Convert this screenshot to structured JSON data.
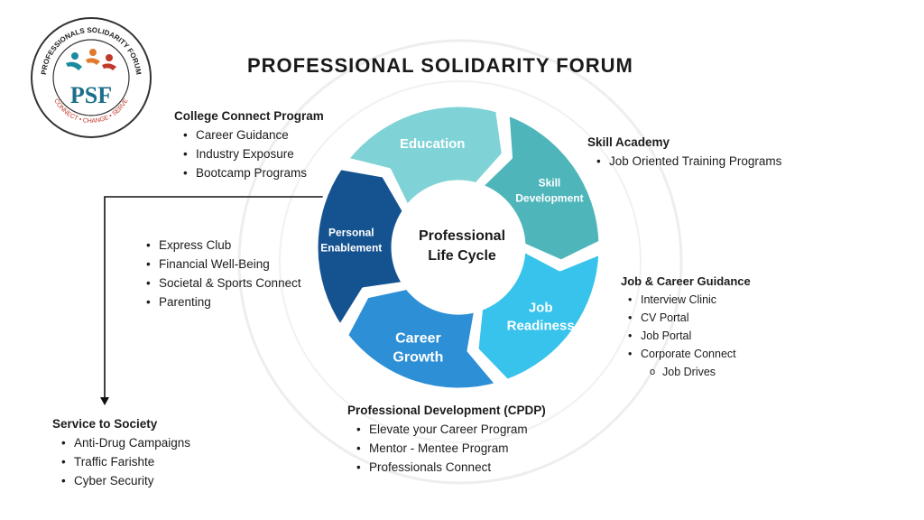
{
  "title": "PROFESSIONAL SOLIDARITY FORUM",
  "logo": {
    "ring_text": "PROFESSIONALS SOLIDARITY FORUM",
    "initials": "PSF",
    "motto": "CONNECT • CHANGE • SERVE",
    "colors": {
      "teal": "#1c8a9e",
      "orange": "#e07b2e",
      "red": "#c0392b"
    }
  },
  "cycle": {
    "center": {
      "line1": "Professional",
      "line2": "Life Cycle"
    },
    "segments": [
      {
        "line1": "Education",
        "line2": "",
        "color": "#7fd3d6"
      },
      {
        "line1": "Skill",
        "line2": "Development",
        "color": "#4eb6ba"
      },
      {
        "line1": "Job",
        "line2": "Readiness",
        "color": "#37c3ec"
      },
      {
        "line1": "Career",
        "line2": "Growth",
        "color": "#2d8fd6"
      },
      {
        "line1": "Personal",
        "line2": "Enablement",
        "color": "#155390"
      }
    ]
  },
  "college_connect": {
    "heading": "College Connect Program",
    "items": [
      "Career Guidance",
      "Industry Exposure",
      "Bootcamp Programs"
    ]
  },
  "skill_academy": {
    "heading": "Skill Academy",
    "items": [
      "Job Oriented Training Programs"
    ]
  },
  "personal": {
    "items": [
      "Express Club",
      "Financial Well-Being",
      "Societal & Sports Connect",
      "Parenting"
    ]
  },
  "job_career": {
    "heading": "Job & Career Guidance",
    "items": [
      "Interview Clinic",
      "CV Portal",
      "Job Portal",
      "Corporate Connect"
    ],
    "sub_items": [
      "Job Drives"
    ]
  },
  "cpdp": {
    "heading": "Professional Development (CPDP)",
    "items": [
      "Elevate your Career Program",
      "Mentor - Mentee Program",
      "Professionals Connect"
    ]
  },
  "service": {
    "heading": "Service to Society",
    "items": [
      "Anti-Drug Campaigns",
      "Traffic Farishte",
      "Cyber Security"
    ]
  }
}
